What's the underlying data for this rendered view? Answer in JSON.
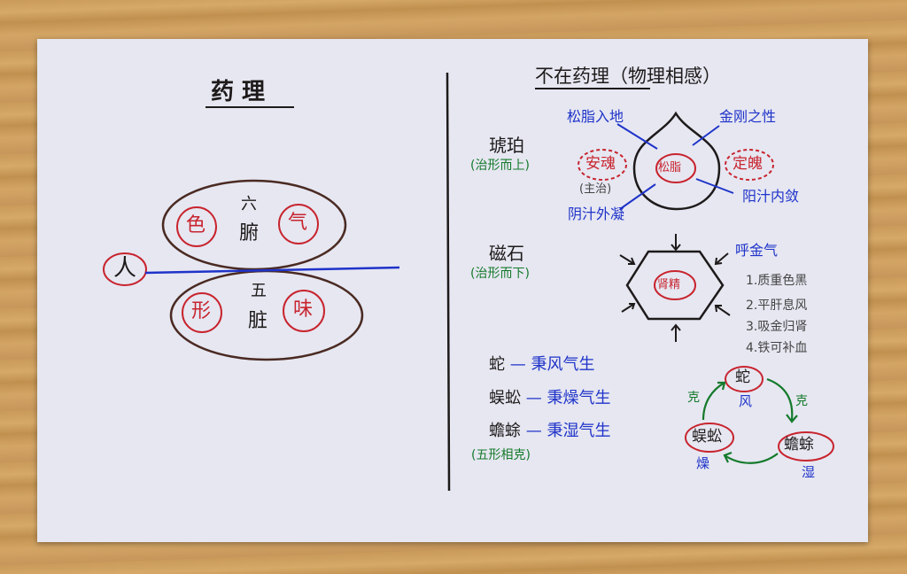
{
  "colors": {
    "ink": "#1e1a1a",
    "blue": "#1f33c9",
    "red": "#c8242e",
    "green": "#157a2b",
    "brown": "#4a2a22"
  },
  "left": {
    "title": "药 理",
    "person": "人",
    "upper": {
      "top": "六",
      "mid": "腑",
      "left": "色",
      "right": "气"
    },
    "lower": {
      "top": "五",
      "mid": "脏",
      "left": "形",
      "right": "味"
    }
  },
  "right": {
    "title": "不在药理（物理相感）",
    "amber": {
      "name": "琥珀",
      "note": "(治形而上)",
      "center": "松脂",
      "labels": {
        "tl": "松脂入地",
        "tr": "金刚之性",
        "bl": "阴汁外凝",
        "br": "阳汁内敛"
      },
      "left_tag": "安魂",
      "left_sub": "(主治)",
      "right_tag": "定魄"
    },
    "magnet": {
      "name": "磁石",
      "note": "(治形而下)",
      "center": "肾精",
      "label": "呼金气",
      "list": [
        "1.质重色黑",
        "2.平肝息风",
        "3.吸金归肾",
        "4.铁可补血"
      ]
    },
    "creatures": {
      "lines": [
        {
          "name": "蛇",
          "rest": "秉风气生"
        },
        {
          "name": "蜈蚣",
          "rest": "秉燥气生"
        },
        {
          "name": "蟾蜍",
          "rest": "秉湿气生"
        }
      ],
      "note": "(五形相克)",
      "cycle": {
        "top": "蛇",
        "top_sub": "风",
        "left": "蜈蚣",
        "left_sub": "燥",
        "right": "蟾蜍",
        "right_sub": "湿",
        "ke1": "克",
        "ke2": "克"
      }
    }
  }
}
